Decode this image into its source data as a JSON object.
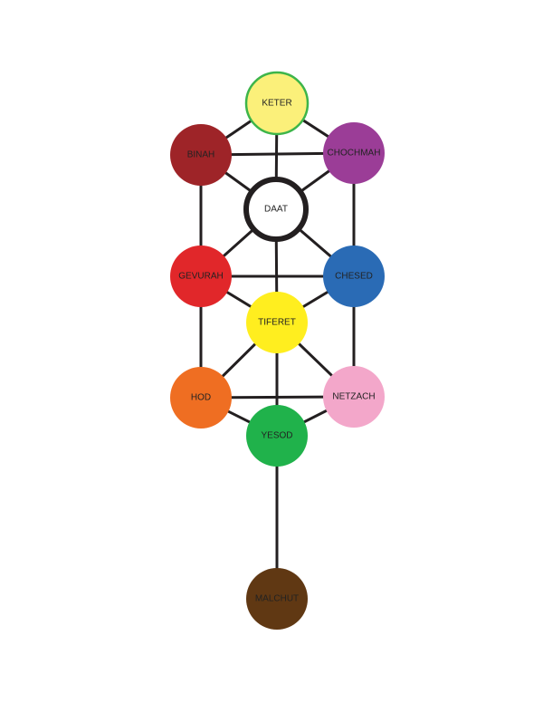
{
  "diagram": {
    "nodes": [
      {
        "id": "keter",
        "label": "KETER",
        "fill": "#fbf07a",
        "stroke": "#3db54a"
      },
      {
        "id": "binah",
        "label": "BINAH",
        "fill": "#9e2428",
        "stroke": "none"
      },
      {
        "id": "chochmah",
        "label": "CHOCHMAH",
        "fill": "#9b3d97",
        "stroke": "none"
      },
      {
        "id": "daat",
        "label": "DAAT",
        "fill": "#ffffff",
        "stroke": "#231f20"
      },
      {
        "id": "gevurah",
        "label": "GEVURAH",
        "fill": "#e1272a",
        "stroke": "none"
      },
      {
        "id": "chesed",
        "label": "CHESED",
        "fill": "#2a6bb5",
        "stroke": "none"
      },
      {
        "id": "tiferet",
        "label": "TIFERET",
        "fill": "#ffee1f",
        "stroke": "none"
      },
      {
        "id": "hod",
        "label": "HOD",
        "fill": "#ef6e22",
        "stroke": "none"
      },
      {
        "id": "netzach",
        "label": "NETZACH",
        "fill": "#f3a7ca",
        "stroke": "none"
      },
      {
        "id": "yesod",
        "label": "YESOD",
        "fill": "#20b24b",
        "stroke": "none"
      },
      {
        "id": "malchut",
        "label": "MALCHUT",
        "fill": "#603813",
        "stroke": "none"
      }
    ],
    "edges": [
      [
        "keter",
        "binah"
      ],
      [
        "keter",
        "chochmah"
      ],
      [
        "keter",
        "daat"
      ],
      [
        "binah",
        "chochmah"
      ],
      [
        "binah",
        "daat"
      ],
      [
        "chochmah",
        "daat"
      ],
      [
        "binah",
        "gevurah"
      ],
      [
        "chochmah",
        "chesed"
      ],
      [
        "daat",
        "gevurah"
      ],
      [
        "daat",
        "chesed"
      ],
      [
        "daat",
        "tiferet"
      ],
      [
        "gevurah",
        "chesed"
      ],
      [
        "gevurah",
        "tiferet"
      ],
      [
        "chesed",
        "tiferet"
      ],
      [
        "gevurah",
        "hod"
      ],
      [
        "chesed",
        "netzach"
      ],
      [
        "tiferet",
        "hod"
      ],
      [
        "tiferet",
        "netzach"
      ],
      [
        "tiferet",
        "yesod"
      ],
      [
        "hod",
        "netzach"
      ],
      [
        "hod",
        "yesod"
      ],
      [
        "netzach",
        "yesod"
      ],
      [
        "yesod",
        "malchut"
      ]
    ]
  }
}
